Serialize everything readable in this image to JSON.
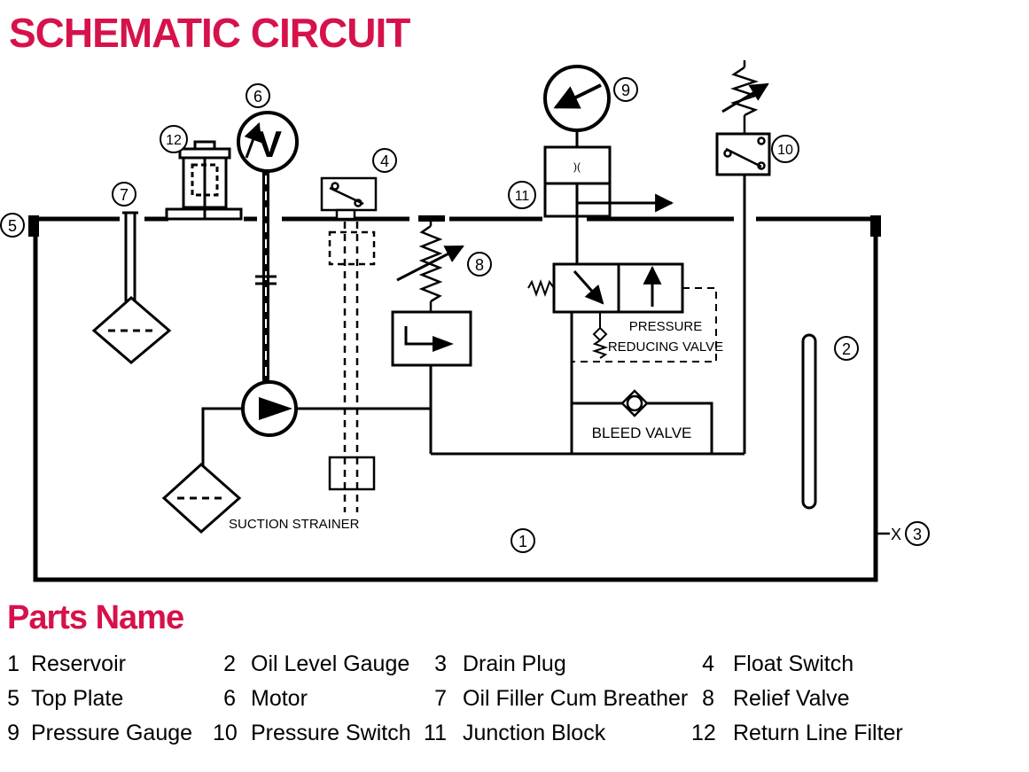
{
  "title": "SCHEMATIC CIRCUIT",
  "accent_color": "#d6124b",
  "diagram": {
    "callouts": [
      "1",
      "2",
      "3",
      "4",
      "5",
      "6",
      "7",
      "8",
      "9",
      "10",
      "11",
      "12"
    ],
    "labels": {
      "suction_strainer": "SUCTION STRAINER",
      "pressure_reducing_valve_line1": "PRESSURE",
      "pressure_reducing_valve_line2": "REDUCING VALVE",
      "bleed_valve": "BLEED VALVE",
      "drain_plug_mark": "X",
      "motor_symbol": "V"
    }
  },
  "parts_title": "Parts Name",
  "parts": [
    {
      "num": "1",
      "name": "Reservoir"
    },
    {
      "num": "2",
      "name": "Oil Level Gauge"
    },
    {
      "num": "3",
      "name": "Drain Plug"
    },
    {
      "num": "4",
      "name": "Float Switch"
    },
    {
      "num": "5",
      "name": "Top Plate"
    },
    {
      "num": "6",
      "name": "Motor"
    },
    {
      "num": "7",
      "name": "Oil Filler Cum Breather"
    },
    {
      "num": "8",
      "name": "Relief Valve"
    },
    {
      "num": "9",
      "name": "Pressure Gauge"
    },
    {
      "num": "10",
      "name": "Pressure Switch"
    },
    {
      "num": "11",
      "name": "Junction Block"
    },
    {
      "num": "12",
      "name": "Return Line Filter"
    }
  ]
}
